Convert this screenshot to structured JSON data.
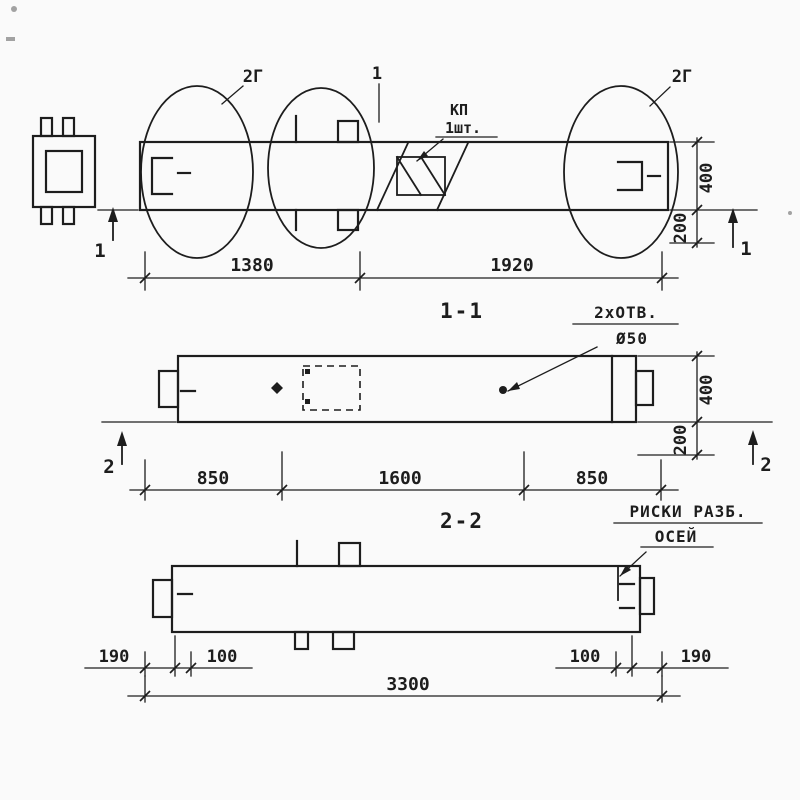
{
  "labels": {
    "callout_left": "2Г",
    "callout_mid": "1",
    "callout_right": "2Г",
    "kp_line1": "КП",
    "kp_line2": "1шт.",
    "cut1": "1",
    "cut2": "2",
    "section1": "1-1",
    "section2": "2-2",
    "holes_line1": "2хОТВ.",
    "holes_line2": "Ø50",
    "axis_line1": "РИСКИ РАЗБ.",
    "axis_line2": "ОСЕЙ"
  },
  "dims": {
    "top": {
      "h1": "1380",
      "h2": "1920",
      "v1": "400",
      "v2": "200"
    },
    "mid": {
      "h1": "850",
      "h2": "1600",
      "h3": "850",
      "v1": "400",
      "v2": "200"
    },
    "bottom": {
      "d1": "190",
      "d2": "100",
      "d3": "100",
      "d4": "190",
      "total": "3300"
    }
  },
  "colors": {
    "ink": "#1d1d1d",
    "paper": "#fafafa"
  }
}
